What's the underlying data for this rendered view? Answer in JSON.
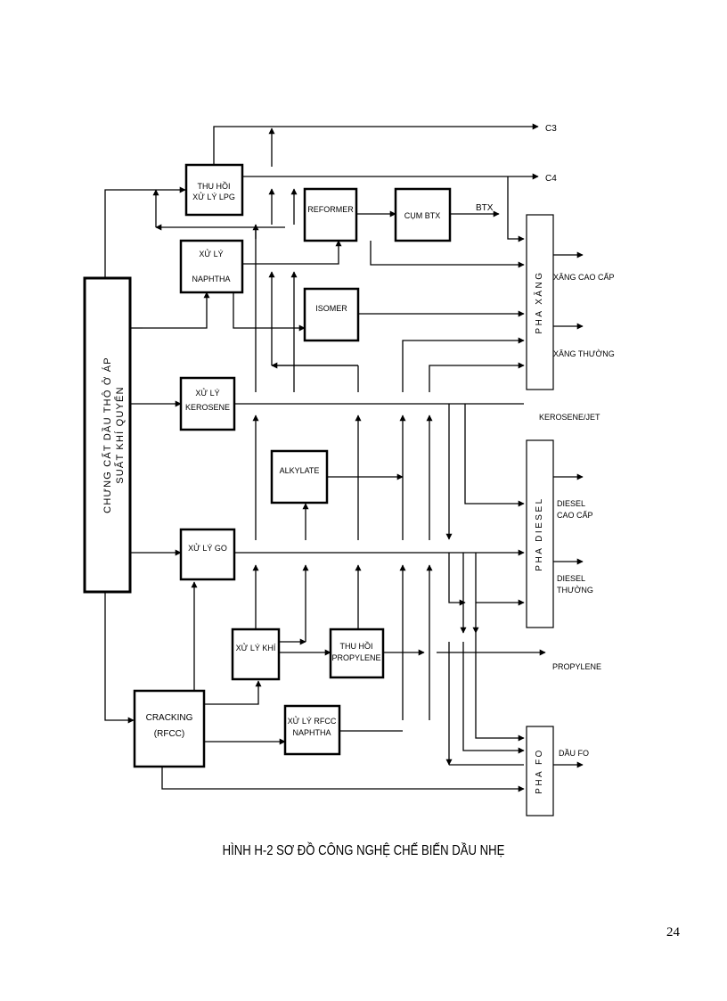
{
  "boxes": {
    "distill": "CHƯNG CẤT DẦU THÔ Ở ÁP",
    "distill_2": "SUẤT KHÍ QUYỂN",
    "lpg": [
      "THU HỒI",
      "XỬ LÝ LPG"
    ],
    "naphtha": [
      "XỬ LÝ",
      "NAPHTHA"
    ],
    "reformer": "REFORMER",
    "btx": "CỤM BTX",
    "isomer": "ISOMER",
    "kerosene": [
      "XỬ LÝ",
      "KEROSENE"
    ],
    "alkylate": "ALKYLATE",
    "go": "XỬ LÝ GO",
    "gas": "XỬ LÝ KHÍ",
    "propylene_rec": [
      "THU HỒI",
      "PROPYLENE"
    ],
    "cracking": [
      "CRACKING",
      "(RFCC)"
    ],
    "rfcc_naphtha": [
      "XỬ LÝ RFCC",
      "NAPHTHA"
    ],
    "pha_xang": "PHA XĂNG",
    "pha_diesel": "PHA DIESEL",
    "pha_fo": "PHA FO"
  },
  "outputs": {
    "c3": "C3",
    "c4": "C4",
    "btx": "BTX",
    "xang_cao_cap": "XĂNG CAO CẤP",
    "xang_thuong": "XĂNG THƯỜNG",
    "kerosene_jet": "KEROSENE/JET",
    "diesel_cao_cap": [
      "DIESEL",
      "CAO CẤP"
    ],
    "diesel_thuong": [
      "DIESEL",
      "THƯỜNG"
    ],
    "propylene": "PROPYLENE",
    "dau_fo": "DẦU FO"
  },
  "caption": "HÌNH H-2 SƠ ĐỒ CÔNG NGHỆ CHẾ BIẾN DẦU NHẸ",
  "page_number": "24"
}
